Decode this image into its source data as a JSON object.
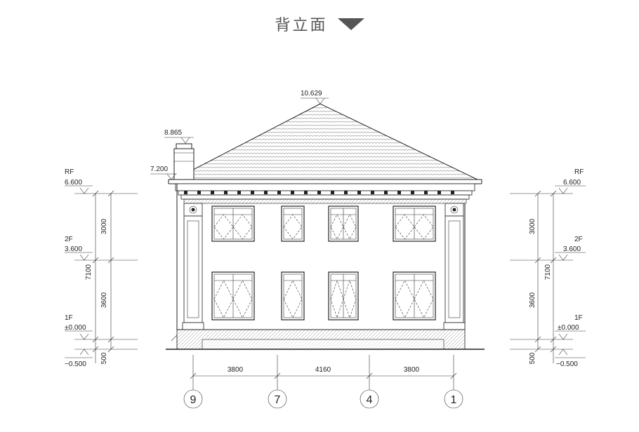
{
  "header": {
    "title": "背立面"
  },
  "elevations": {
    "roof_peak": "10.629",
    "chimney_top": "8.865",
    "eave": "7.200",
    "left": {
      "rf_label": "RF",
      "rf_value": "6.600",
      "f2_label": "2F",
      "f2_value": "3.600",
      "f1_label": "1F",
      "f1_value": "±0.000",
      "ground_value": "−0.500"
    },
    "right": {
      "rf_label": "RF",
      "rf_value": "6.600",
      "f2_label": "2F",
      "f2_value": "3.600",
      "f1_label": "1F",
      "f1_value": "±0.000",
      "ground_value": "−0.500"
    }
  },
  "vertical_dims": {
    "left": {
      "upper": "3000",
      "middle": "3600",
      "total": "7100",
      "base": "500"
    },
    "right": {
      "upper": "3000",
      "middle": "3600",
      "total": "7100",
      "base": "500"
    }
  },
  "horizontal_dims": [
    "3800",
    "4160",
    "3800"
  ],
  "axes": [
    "9",
    "7",
    "4",
    "1"
  ]
}
